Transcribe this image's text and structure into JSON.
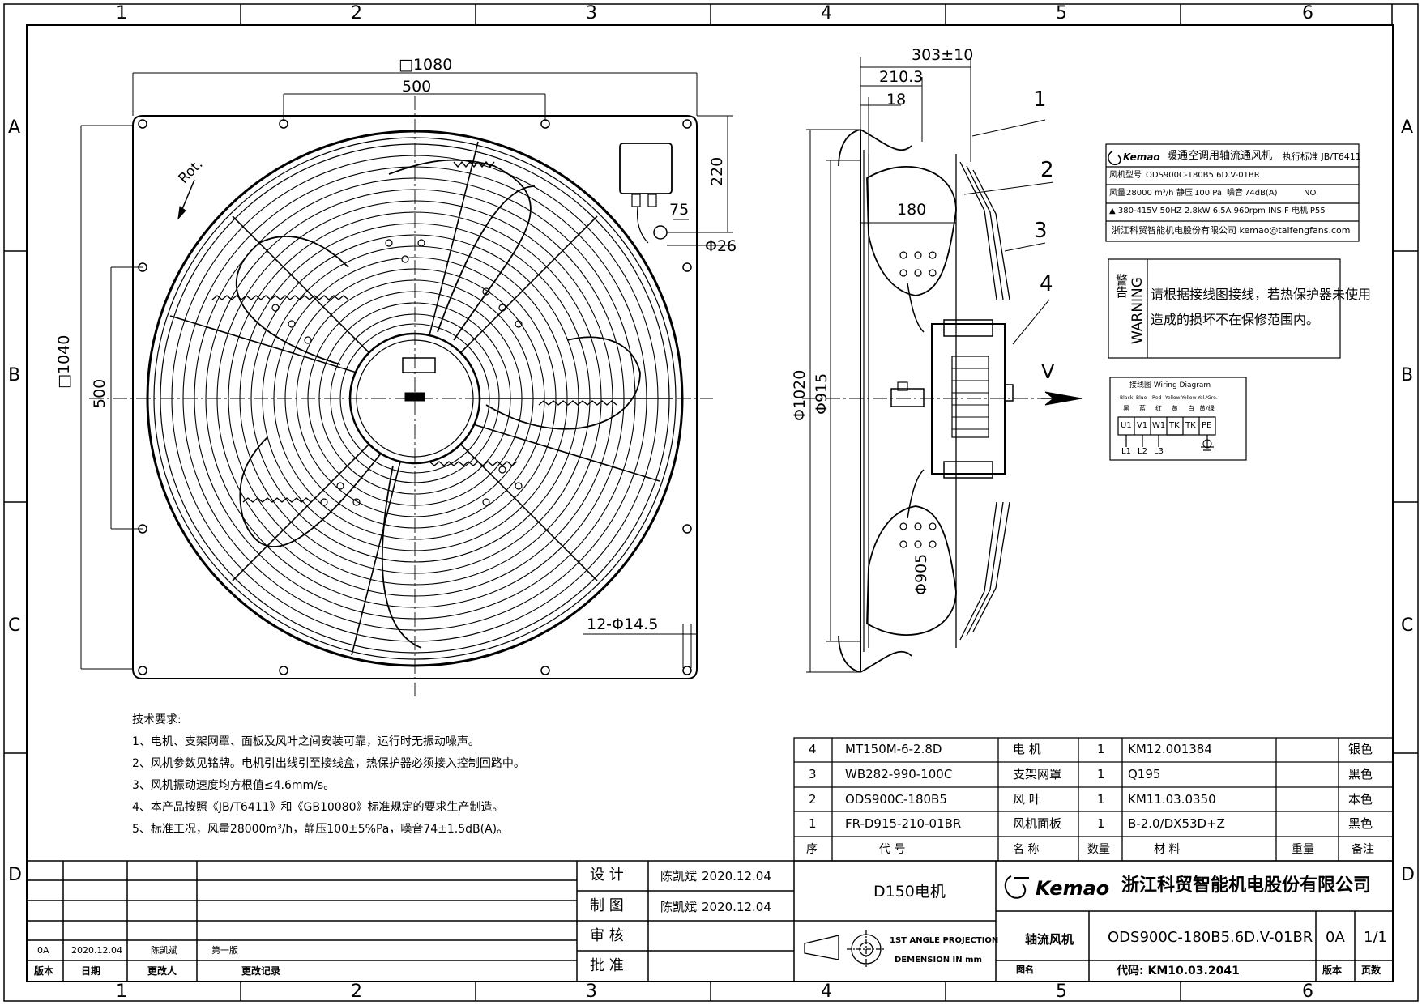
{
  "zones": {
    "cols": [
      "1",
      "2",
      "3",
      "4",
      "5",
      "6"
    ],
    "rows": [
      "A",
      "B",
      "C",
      "D"
    ]
  },
  "dims": {
    "sq1080": "□1080",
    "w500": "500",
    "sq1040": "□1040",
    "h500": "500",
    "d220": "220",
    "d75": "75",
    "d26": "Φ26",
    "holes": "12-Φ14.5",
    "rot": "Rot.",
    "d303": "303±10",
    "d210": "210.3",
    "d18": "18",
    "d180": "180",
    "d1020": "Φ1020",
    "d915": "Φ915",
    "d905": "Φ905",
    "callout1": "1",
    "callout2": "2",
    "callout3": "3",
    "callout4": "4",
    "airflow": "V"
  },
  "nameplate": {
    "brand": "Kemao",
    "title": "暖通空调用轴流通风机",
    "standard": "执行标准 JB/T6411",
    "model_label": "风机型号",
    "model": "ODS900C-180B5.6D.V-01BR",
    "flow_label": "风量",
    "flow": "28000 m³/h",
    "pressure_label": "静压",
    "pressure": "100 Pa",
    "noise_label": "噪音",
    "noise": "74dB(A)",
    "no_label": "NO.",
    "electrical": "▲ 380-415V 50HZ 2.8kW 6.5A 960rpm INS F 电机IP55",
    "company": "浙江科贸智能机电股份有限公司 kemao@taifengfans.com"
  },
  "warning": {
    "cn_label": "警告",
    "en_label": "WARNING",
    "line1": "请根据接线图接线，若热保护器未使用",
    "line2": "造成的损坏不在保修范围内。"
  },
  "wiring": {
    "title": "接线图  Wiring Diagram",
    "colors": [
      "Black",
      "Blue",
      "Red",
      "Yellow",
      "Yellow",
      "Yel./Gre."
    ],
    "colors_cn": [
      "黑",
      "蓝",
      "红",
      "黄",
      "白",
      "黄/绿"
    ],
    "terminals": [
      "U1",
      "V1",
      "W1",
      "TK",
      "TK",
      "PE"
    ],
    "lines": [
      "L1",
      "L2",
      "L3"
    ]
  },
  "notes": {
    "title": "技术要求:",
    "items": [
      "1、电机、支架网罩、面板及风叶之间安装可靠，运行时无振动噪声。",
      "2、风机参数见铭牌。电机引出线引至接线盒，热保护器必须接入控制回路中。",
      "3、风机振动速度均方根值≤4.6mm/s。",
      "4、本产品按照《JB/T6411》和《GB10080》标准规定的要求生产制造。",
      "5、标准工况，风量28000m³/h，静压100±5%Pa，噪音74±1.5dB(A)。"
    ]
  },
  "bom": {
    "headers": [
      "序",
      "代    号",
      "名  称",
      "数量",
      "材        料",
      "重量",
      "备注"
    ],
    "rows": [
      {
        "no": "4",
        "code": "MT150M-6-2.8D",
        "name": "电  机",
        "qty": "1",
        "material": "KM12.001384",
        "weight": "",
        "remark": "银色"
      },
      {
        "no": "3",
        "code": "WB282-990-100C",
        "name": "支架网罩",
        "qty": "1",
        "material": "Q195",
        "weight": "",
        "remark": "黑色"
      },
      {
        "no": "2",
        "code": "ODS900C-180B5",
        "name": "风  叶",
        "qty": "1",
        "material": "KM11.03.0350",
        "weight": "",
        "remark": "本色"
      },
      {
        "no": "1",
        "code": "FR-D915-210-01BR",
        "name": "风机面板",
        "qty": "1",
        "material": "B-2.0/DX53D+Z",
        "weight": "",
        "remark": "黑色"
      }
    ]
  },
  "titleblock": {
    "design_label": "设  计",
    "design_name": "陈凯斌",
    "design_date": "2020.12.04",
    "draw_label": "制  图",
    "draw_name": "陈凯斌",
    "draw_date": "2020.12.04",
    "review_label": "审  核",
    "approve_label": "批  准",
    "motor": "D150电机",
    "projection": "1ST ANGLE PROJECTION",
    "dimension": "DEMENSION IN mm",
    "company": "浙江科贸智能机电股份有限公司",
    "brand": "Kemao",
    "product": "轴流风机",
    "drawing_no": "ODS900C-180B5.6D.V-01BR",
    "version": "0A",
    "pages": "1/1",
    "code": "代码: KM10.03.2041",
    "fig_label": "图名",
    "version_label": "版本",
    "pages_label": "页数"
  },
  "revision": {
    "headers": [
      "版本",
      "日期",
      "更改人",
      "更改记录"
    ],
    "row": {
      "ver": "0A",
      "date": "2020.12.04",
      "by": "陈凯斌",
      "rec": "第一版"
    }
  }
}
